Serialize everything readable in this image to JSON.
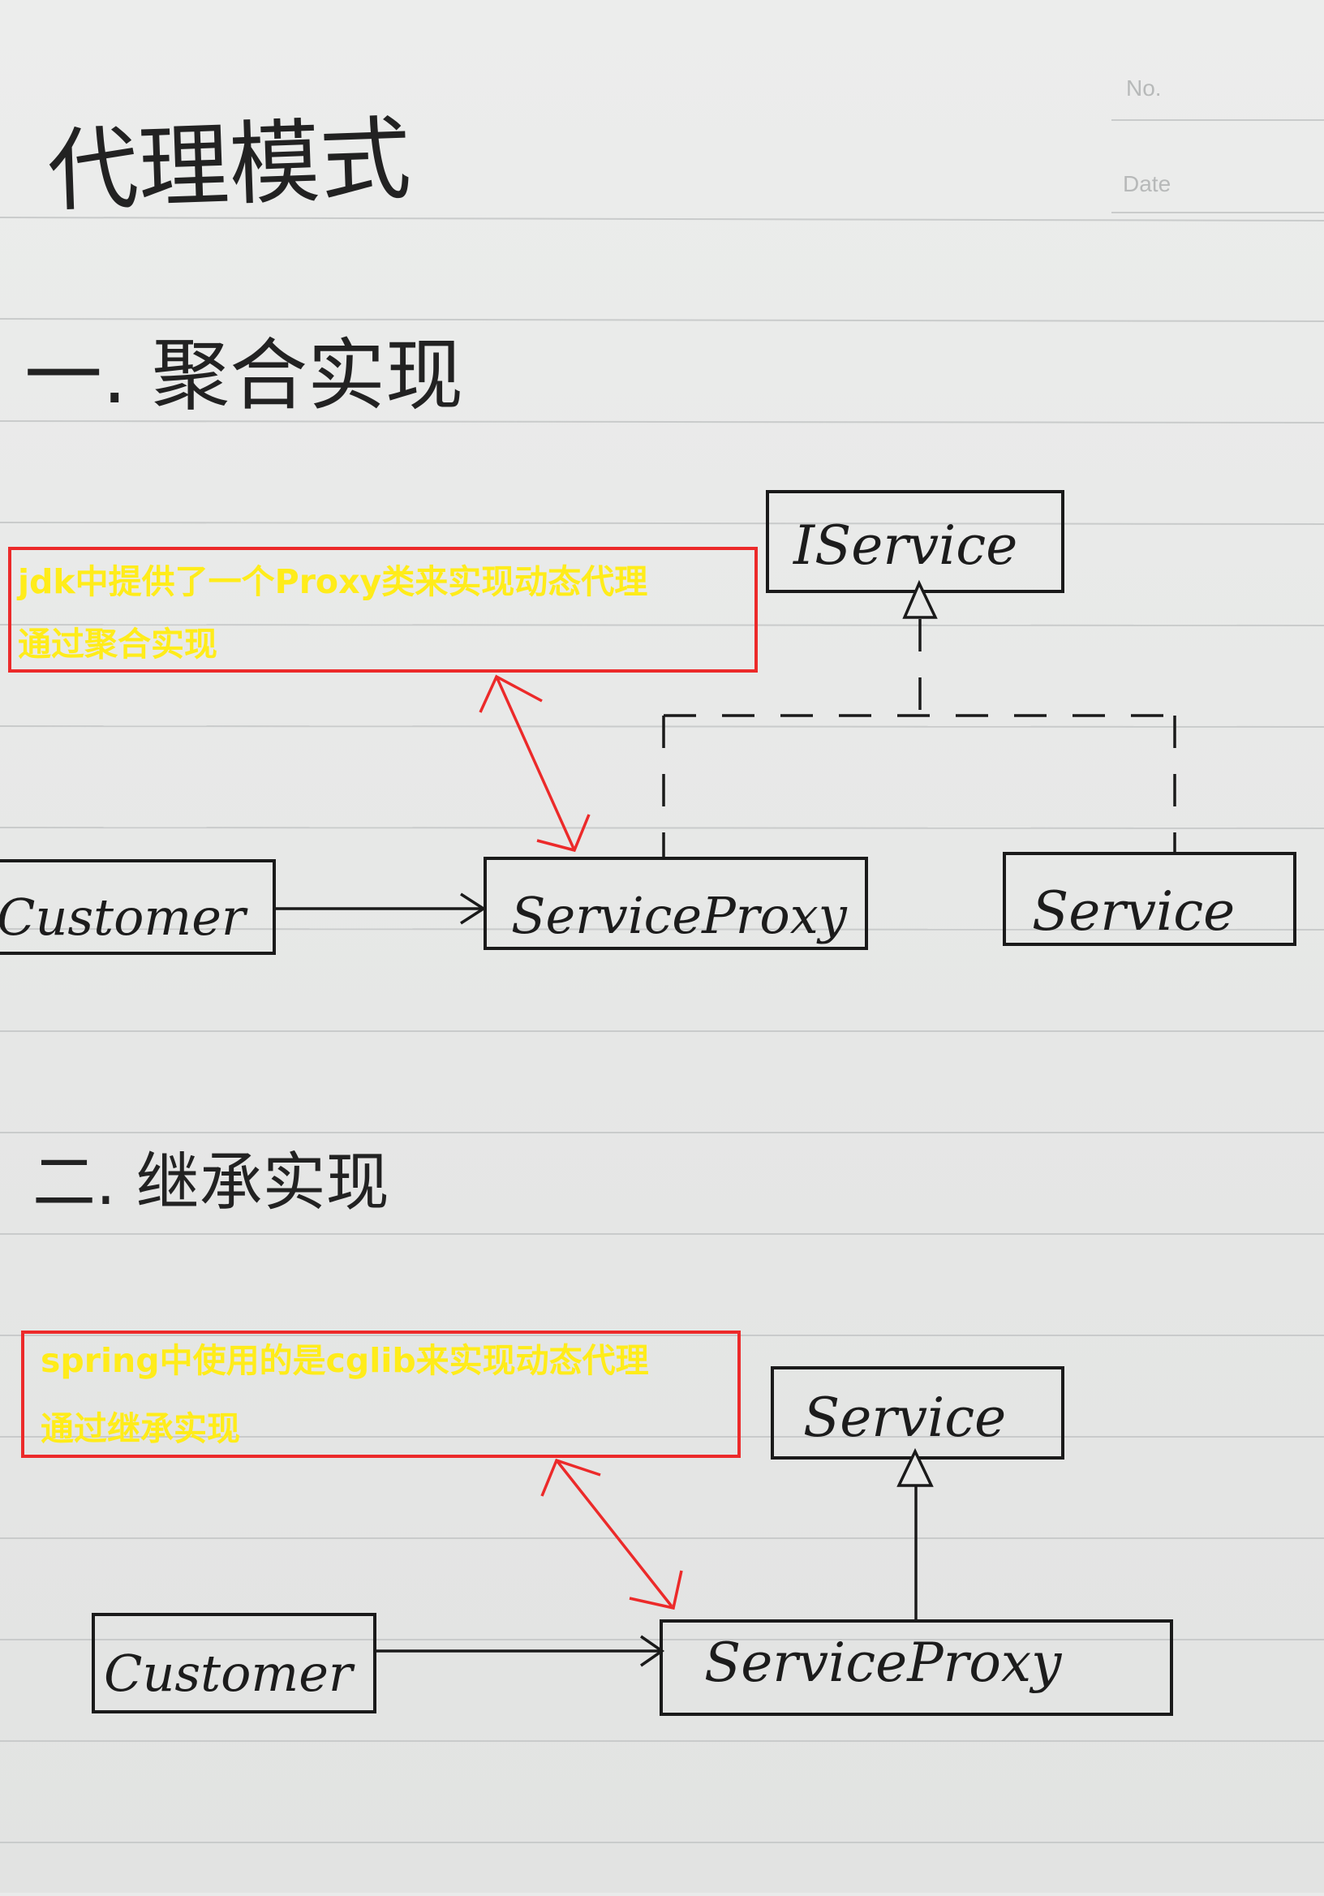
{
  "header": {
    "no_label": "No.",
    "date_label": "Date"
  },
  "title": "代理模式",
  "section1": {
    "heading": "一. 聚合实现",
    "note_line1": "jdk中提供了一个Proxy类来实现动态代理",
    "note_line2": "通过聚合实现",
    "nodes": {
      "interface": "IService",
      "proxy": "ServiceProxy",
      "client": "Customer",
      "impl": "Service"
    }
  },
  "section2": {
    "heading": "二. 继承实现",
    "note_line1": "spring中使用的是cglib来实现动态代理",
    "note_line2": "通过继承实现",
    "nodes": {
      "parent": "Service",
      "proxy": "ServiceProxy",
      "client": "Customer"
    }
  },
  "colors": {
    "ink": "#1a1a1a",
    "annotation_border": "#ec2a2a",
    "annotation_text": "#ffec1a",
    "paper": "#e9eaea"
  }
}
